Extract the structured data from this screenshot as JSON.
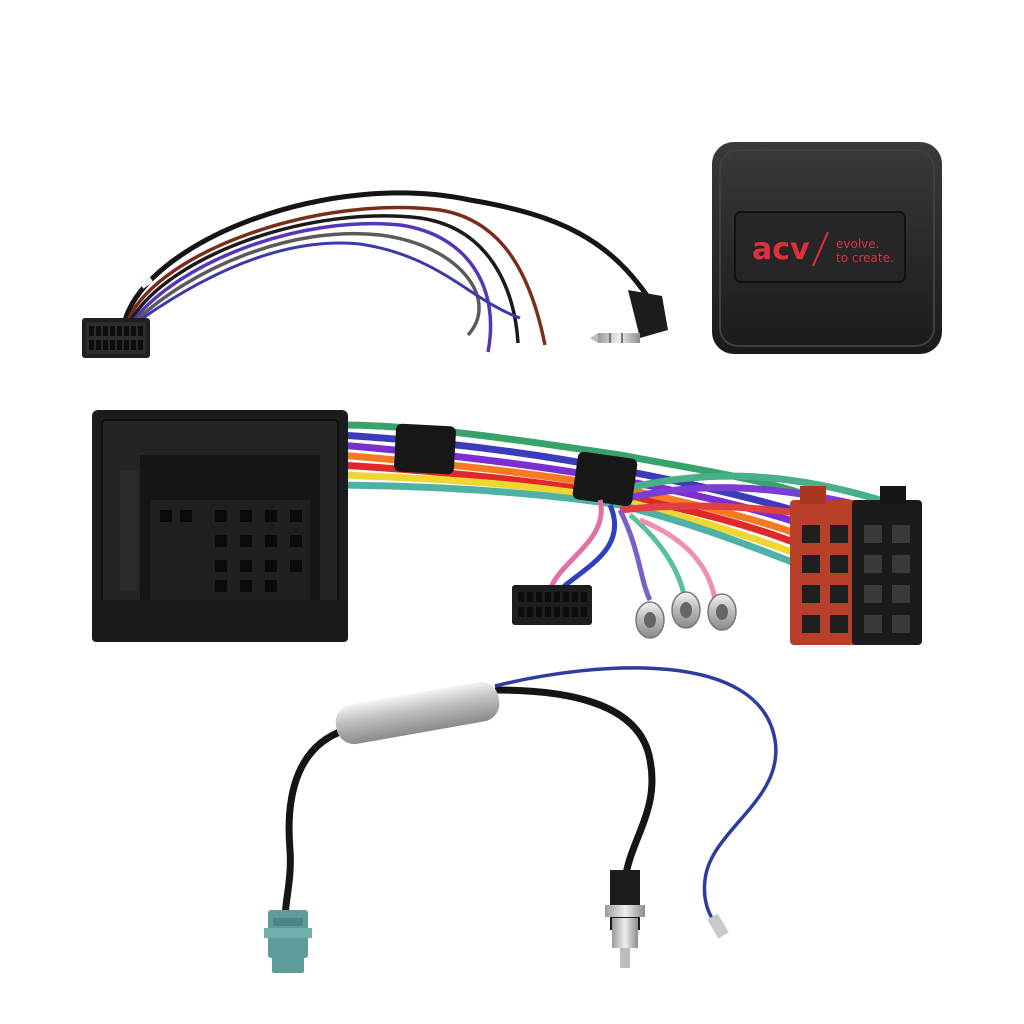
{
  "product": {
    "brand_logo": "acv",
    "slogan_line1": "evolve.",
    "slogan_line2": "to create."
  },
  "colors": {
    "background": "#ffffff",
    "plastic_black": "#1c1c1e",
    "iso_red": "#b8402a",
    "fakra_teal": "#5e9c9a",
    "logo_red": "#e0303a"
  },
  "components": [
    {
      "name": "steering-wheel-interface-lead",
      "icon": "wire-harness-icon"
    },
    {
      "name": "control-module-box",
      "icon": "module-box-icon"
    },
    {
      "name": "quadlock-iso-harness",
      "icon": "quadlock-connector-icon"
    },
    {
      "name": "antenna-adapter",
      "icon": "antenna-adapter-icon"
    }
  ]
}
